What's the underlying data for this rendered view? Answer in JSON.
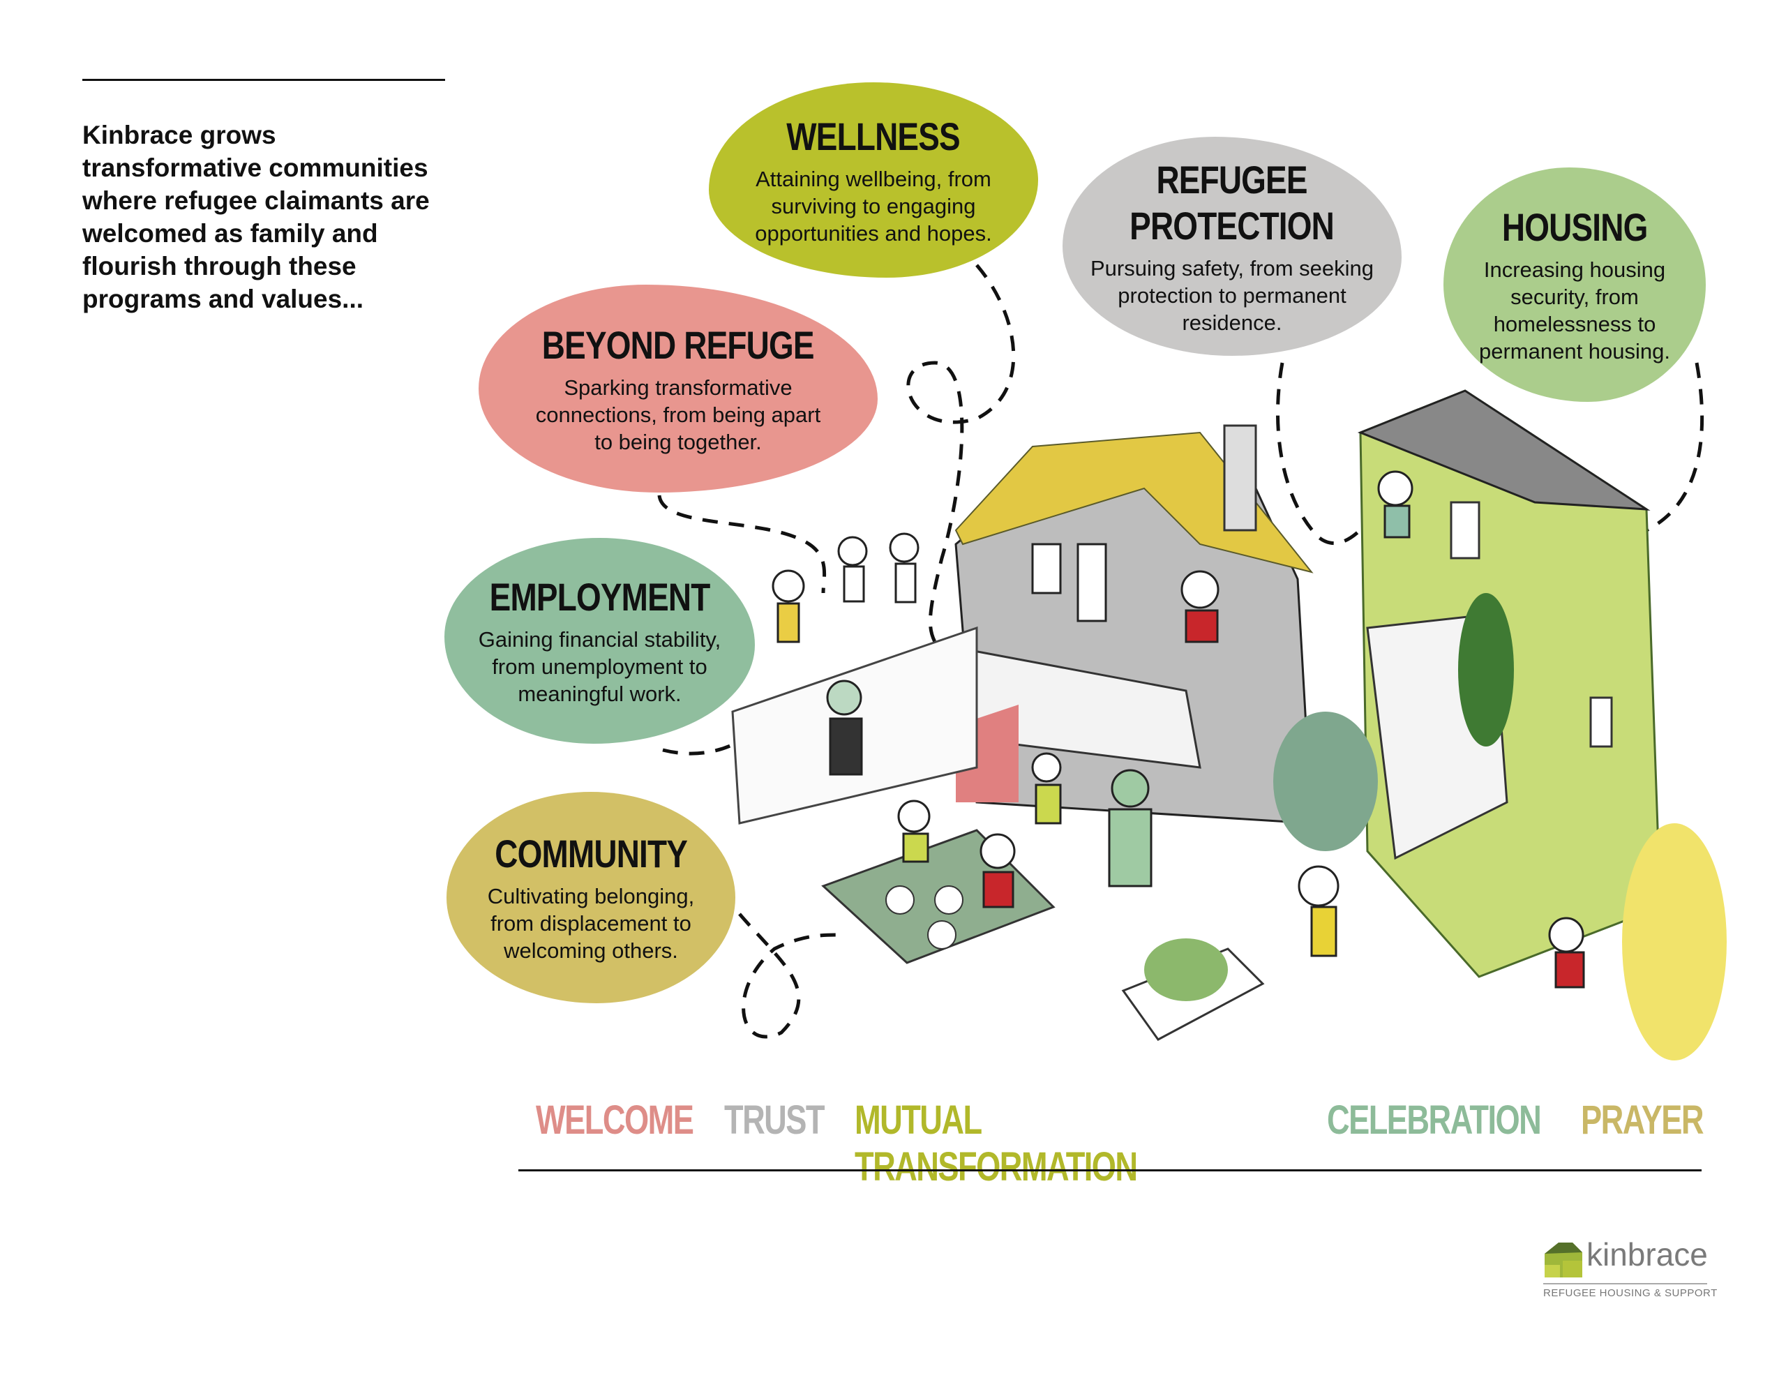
{
  "intro": "Kinbrace grows transformative communities where refugee claimants are welcomed as family and flourish through these programs and values...",
  "programs": [
    {
      "title": "WELLNESS",
      "desc": "Attaining wellbeing, from\nsurviving to engaging\nopportunities and hopes.",
      "color": "#b9c12c"
    },
    {
      "title": "REFUGEE\nPROTECTION",
      "desc": "Pursuing safety, from seeking\nprotection to permanent\nresidence.",
      "color": "#c9c8c7"
    },
    {
      "title": "HOUSING",
      "desc": "Increasing housing\nsecurity, from\nhomelessness to\npermanent housing.",
      "color": "#abcd8c"
    },
    {
      "title": "BEYOND REFUGE",
      "desc": "Sparking transformative\nconnections, from being apart\nto being together.",
      "color": "#e8968f"
    },
    {
      "title": "EMPLOYMENT",
      "desc": "Gaining financial stability,\nfrom unemployment to\nmeaningful work.",
      "color": "#90be9e"
    },
    {
      "title": "COMMUNITY",
      "desc": "Cultivating belonging,\nfrom displacement to\nwelcoming others.",
      "color": "#d2c066"
    }
  ],
  "values": [
    {
      "label": "WELCOME",
      "color": "#de8d88"
    },
    {
      "label": "TRUST",
      "color": "#b4b4b4"
    },
    {
      "label": "MUTUAL TRANSFORMATION",
      "color": "#b1b82a"
    },
    {
      "label": "CELEBRATION",
      "color": "#8dbb99"
    },
    {
      "label": "PRAYER",
      "color": "#c9b766"
    }
  ],
  "logo": {
    "name": "kinbrace",
    "tagline": "REFUGEE HOUSING & SUPPORT"
  }
}
